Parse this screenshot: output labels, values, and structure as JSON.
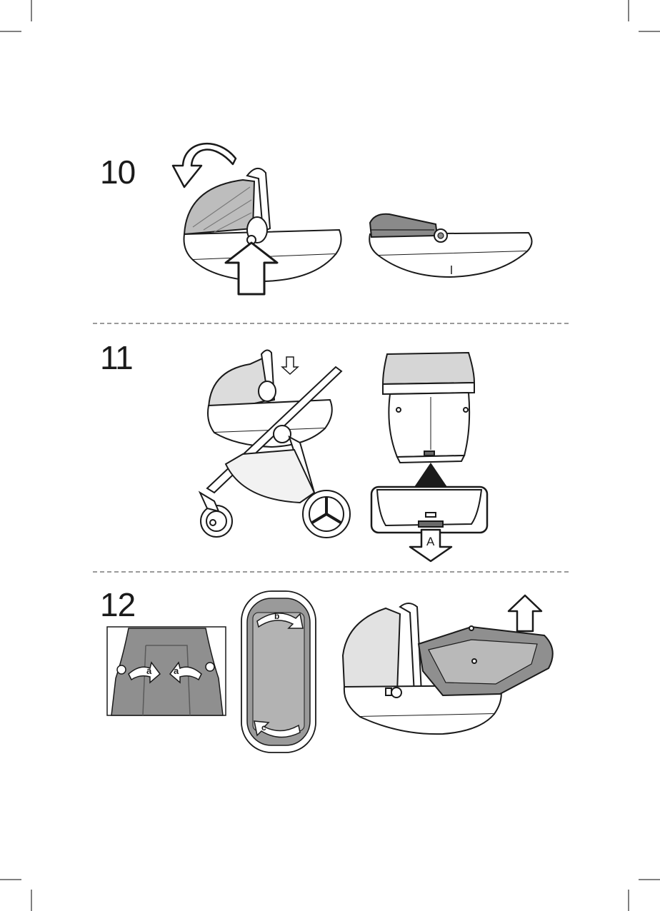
{
  "steps": [
    {
      "number": "10"
    },
    {
      "number": "11"
    },
    {
      "number": "12"
    }
  ],
  "callouts": {
    "release_button": "A",
    "clip_a_left": "a",
    "clip_a_right": "a",
    "clip_b": "b",
    "clip_c": "c"
  },
  "colors": {
    "line": "#1a1a1a",
    "fabric": "#bdbdbd",
    "fabric_dark": "#8a8a8a",
    "divider": "#9a9a9a"
  }
}
